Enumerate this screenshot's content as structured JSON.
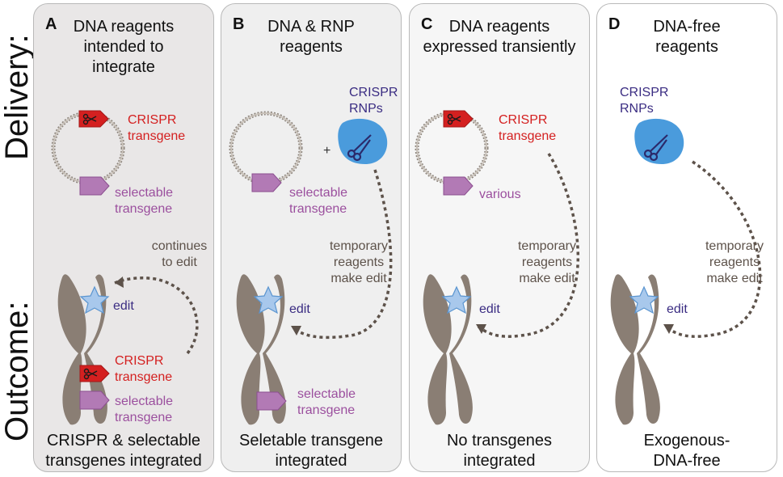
{
  "row_labels": {
    "delivery": "Delivery:",
    "outcome": "Outcome:"
  },
  "panels": [
    {
      "letter": "A",
      "title": "DNA reagents intended to integrate",
      "crispr_label": "CRISPR transgene",
      "selectable_label": "selectable transgene",
      "process_label": "continues to edit",
      "edit_label": "edit",
      "chrom_crispr_label": "CRISPR transgene",
      "chrom_selectable_label": "selectable transgene",
      "outcome": "CRISPR & selectable transgenes integrated"
    },
    {
      "letter": "B",
      "title": "DNA & RNP reagents",
      "rnp_label": "CRISPR RNPs",
      "plus": "+",
      "selectable_label": "selectable transgene",
      "process_label": "temporary reagents make edit",
      "edit_label": "edit",
      "chrom_selectable_label": "selectable transgene",
      "outcome": "Seletable transgene integrated"
    },
    {
      "letter": "C",
      "title": "DNA reagents expressed transiently",
      "crispr_label": "CRISPR transgene",
      "selectable_label": "various",
      "process_label": "temporary reagents make edit",
      "edit_label": "edit",
      "outcome": "No transgenes integrated"
    },
    {
      "letter": "D",
      "title": "DNA-free reagents",
      "rnp_label": "CRISPR RNPs",
      "process_label": "temporary reagents make edit",
      "edit_label": "edit",
      "outcome": "Exogenous-DNA-free"
    }
  ],
  "colors": {
    "panel_a_bg": "#e9e7e7",
    "panel_b_bg": "#efefef",
    "panel_c_bg": "#f6f6f6",
    "panel_d_bg": "#ffffff",
    "crispr_red": "#d42020",
    "selectable_purple": "#b27ab5",
    "rnp_blue": "#4a9bdc",
    "star_blue": "#a8c8ec",
    "chromosome": "#8a7e74",
    "arrow": "#5d524a",
    "rnp_text": "#3a2c82"
  },
  "icons": [
    "plasmid-icon",
    "scissors-icon",
    "rnp-blob-icon",
    "chromosome-icon",
    "edit-star-icon",
    "dotted-arrow-icon"
  ]
}
